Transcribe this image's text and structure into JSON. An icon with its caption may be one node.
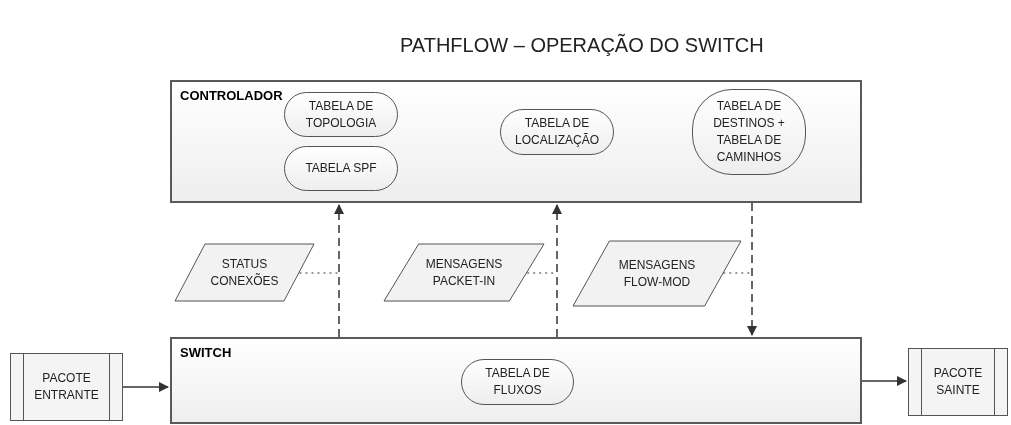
{
  "diagram": {
    "title": "PATHFLOW – OPERAÇÃO DO SWITCH",
    "nodes": [
      {
        "text": [
          "CONTROLADOR"
        ]
      },
      {
        "text": [
          "TABELA DE TOPOLOGIA"
        ],
        "in": 0
      },
      {
        "text": [
          "TABELA SPF"
        ],
        "in": 0
      },
      {
        "text": [
          "TABELA DE LOCALIZAÇÃO"
        ],
        "in": 0
      },
      {
        "text": [
          "TABELA DE DESTINOS + TABELA DE CAMINHOS"
        ],
        "in": 0
      },
      {
        "text": [
          "STATUS CONEXÕES"
        ]
      },
      {
        "text": [
          "MENSAGENS PACKET-IN"
        ]
      },
      {
        "text": [
          "MENSAGENS FLOW-MOD"
        ]
      },
      {
        "text": [
          "SWITCH"
        ]
      },
      {
        "text": [
          "TABELA DE FLUXOS"
        ],
        "in": 8
      },
      {
        "text": [
          "PACOTE ENTRANTE"
        ]
      },
      {
        "text": [
          "PACOTE SAINTE"
        ]
      }
    ],
    "edges": [
      {
        "from": 10,
        "to": 8,
        "arrow": "to"
      },
      {
        "from": 8,
        "to": 11,
        "arrow": "to"
      },
      {
        "from": 8,
        "to": 0,
        "arrow": "to",
        "style": "dashed"
      },
      {
        "from": 8,
        "to": 0,
        "arrow": "to",
        "style": "dashed"
      },
      {
        "from": 0,
        "to": 8,
        "arrow": "to",
        "style": "dashed"
      },
      {
        "from": 5,
        "to": null,
        "arrow": "none",
        "style": "dashed"
      },
      {
        "from": 6,
        "to": null,
        "arrow": "none",
        "style": "dashed"
      },
      {
        "from": 7,
        "to": null,
        "arrow": "none",
        "style": "dashed"
      }
    ]
  }
}
